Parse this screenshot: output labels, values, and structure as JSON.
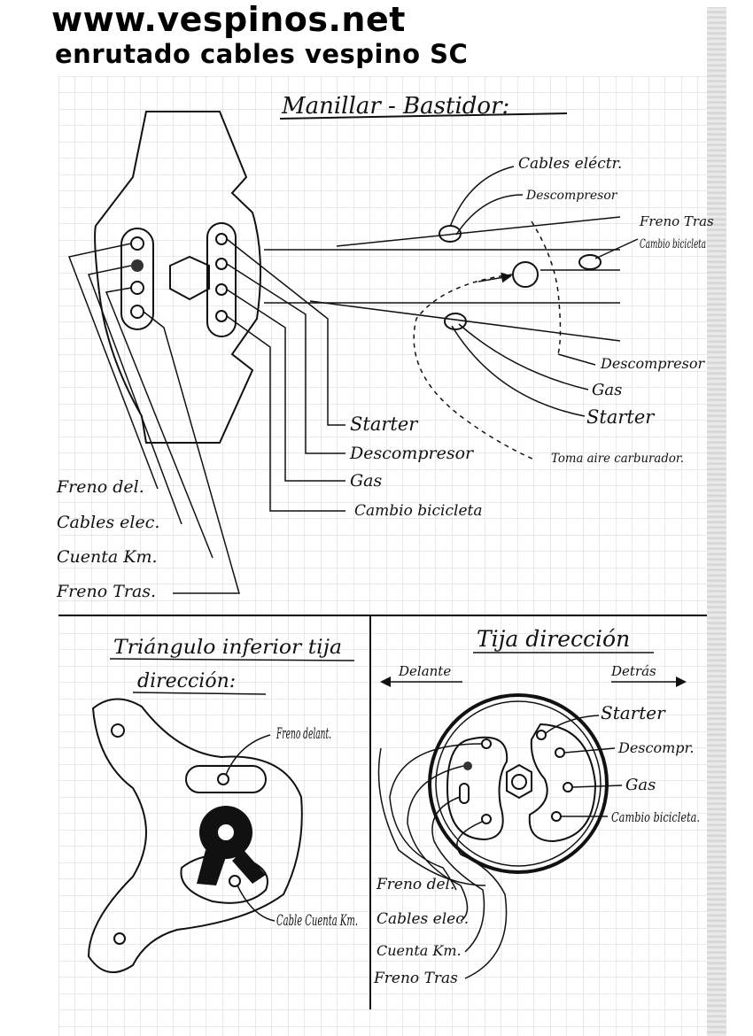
{
  "header": {
    "title": "www.vespinos.net",
    "subtitle": "enrutado cables vespino SC"
  },
  "top_panel": {
    "heading": "Manillar - Bastidor:",
    "labels_left": [
      "Freno del.",
      "Cables elec.",
      "Cuenta Km.",
      "Freno Tras."
    ],
    "labels_center": [
      "Starter",
      "Descompresor",
      "Gas",
      "Cambio bicicleta"
    ],
    "labels_right": [
      "Cables eléctr.",
      "Descompresor",
      "Freno Tras",
      "Cambio bicicleta",
      "Descompresor",
      "Gas",
      "Starter",
      "Toma aire carburador."
    ]
  },
  "bottom_left_panel": {
    "heading_line1": "Triángulo inferior tija",
    "heading_line2": "dirección:",
    "labels": [
      "Freno delant.",
      "Cable Cuenta Km."
    ]
  },
  "bottom_right_panel": {
    "heading": "Tija dirección",
    "direction_front": "Delante",
    "direction_back": "Detrás",
    "labels_right": [
      "Starter",
      "Descompr.",
      "Gas",
      "Cambio bicicleta."
    ],
    "labels_left": [
      "Freno del.",
      "Cables elec.",
      "Cuenta Km.",
      "Freno Tras"
    ]
  }
}
